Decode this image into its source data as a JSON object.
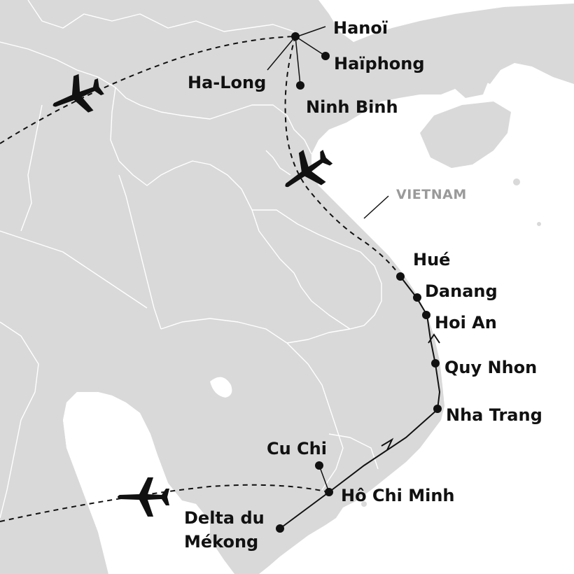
{
  "country_label": "VIETNAM",
  "cities": {
    "hanoi": "Hanoï",
    "haiphong": "Haïphong",
    "halong": "Ha-Long",
    "ninhbinh": "Ninh Binh",
    "hue": "Hué",
    "danang": "Danang",
    "hoian": "Hoi An",
    "quynhon": "Quy Nhon",
    "nhatrang": "Nha Trang",
    "cuchi": "Cu Chi",
    "hcm": "Hô Chi Minh",
    "mekong_line1": "Delta du",
    "mekong_line2": "Mékong"
  },
  "icons": {
    "plane": "airplane-icon"
  },
  "colors": {
    "land": "#d9d9d9",
    "sea": "#ffffff",
    "route": "#111111",
    "country_label": "#9a9a9a"
  }
}
